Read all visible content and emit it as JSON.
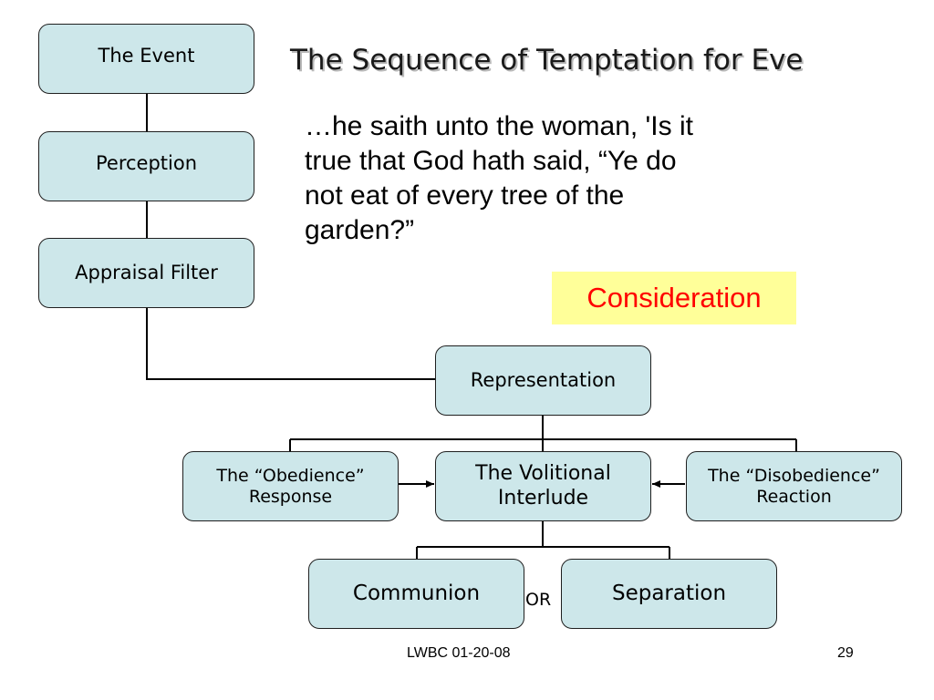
{
  "slide": {
    "title": "The Sequence of Temptation for Eve",
    "quote_lines": [
      "…he saith unto the woman, 'Is it",
      "true that God hath said, “Ye do",
      "not eat of every tree of the",
      "garden?”"
    ],
    "highlight_label": "Consideration",
    "or_label": "OR",
    "footer_left": "LWBC 01-20-08",
    "footer_right": "29"
  },
  "diagram": {
    "nodes": {
      "event": "The Event",
      "perception": "Perception",
      "appraisal": "Appraisal Filter",
      "representation": "Representation",
      "obedience": "The “Obedience”\nResponse",
      "volitional": "The Volitional\nInterlude",
      "disobedience": "The “Disobedience”\nReaction",
      "communion": "Communion",
      "separation": "Separation"
    },
    "colors": {
      "box_fill": "#cde7ea",
      "highlight_fill": "#ffff99",
      "highlight_text": "#ff0000"
    }
  }
}
